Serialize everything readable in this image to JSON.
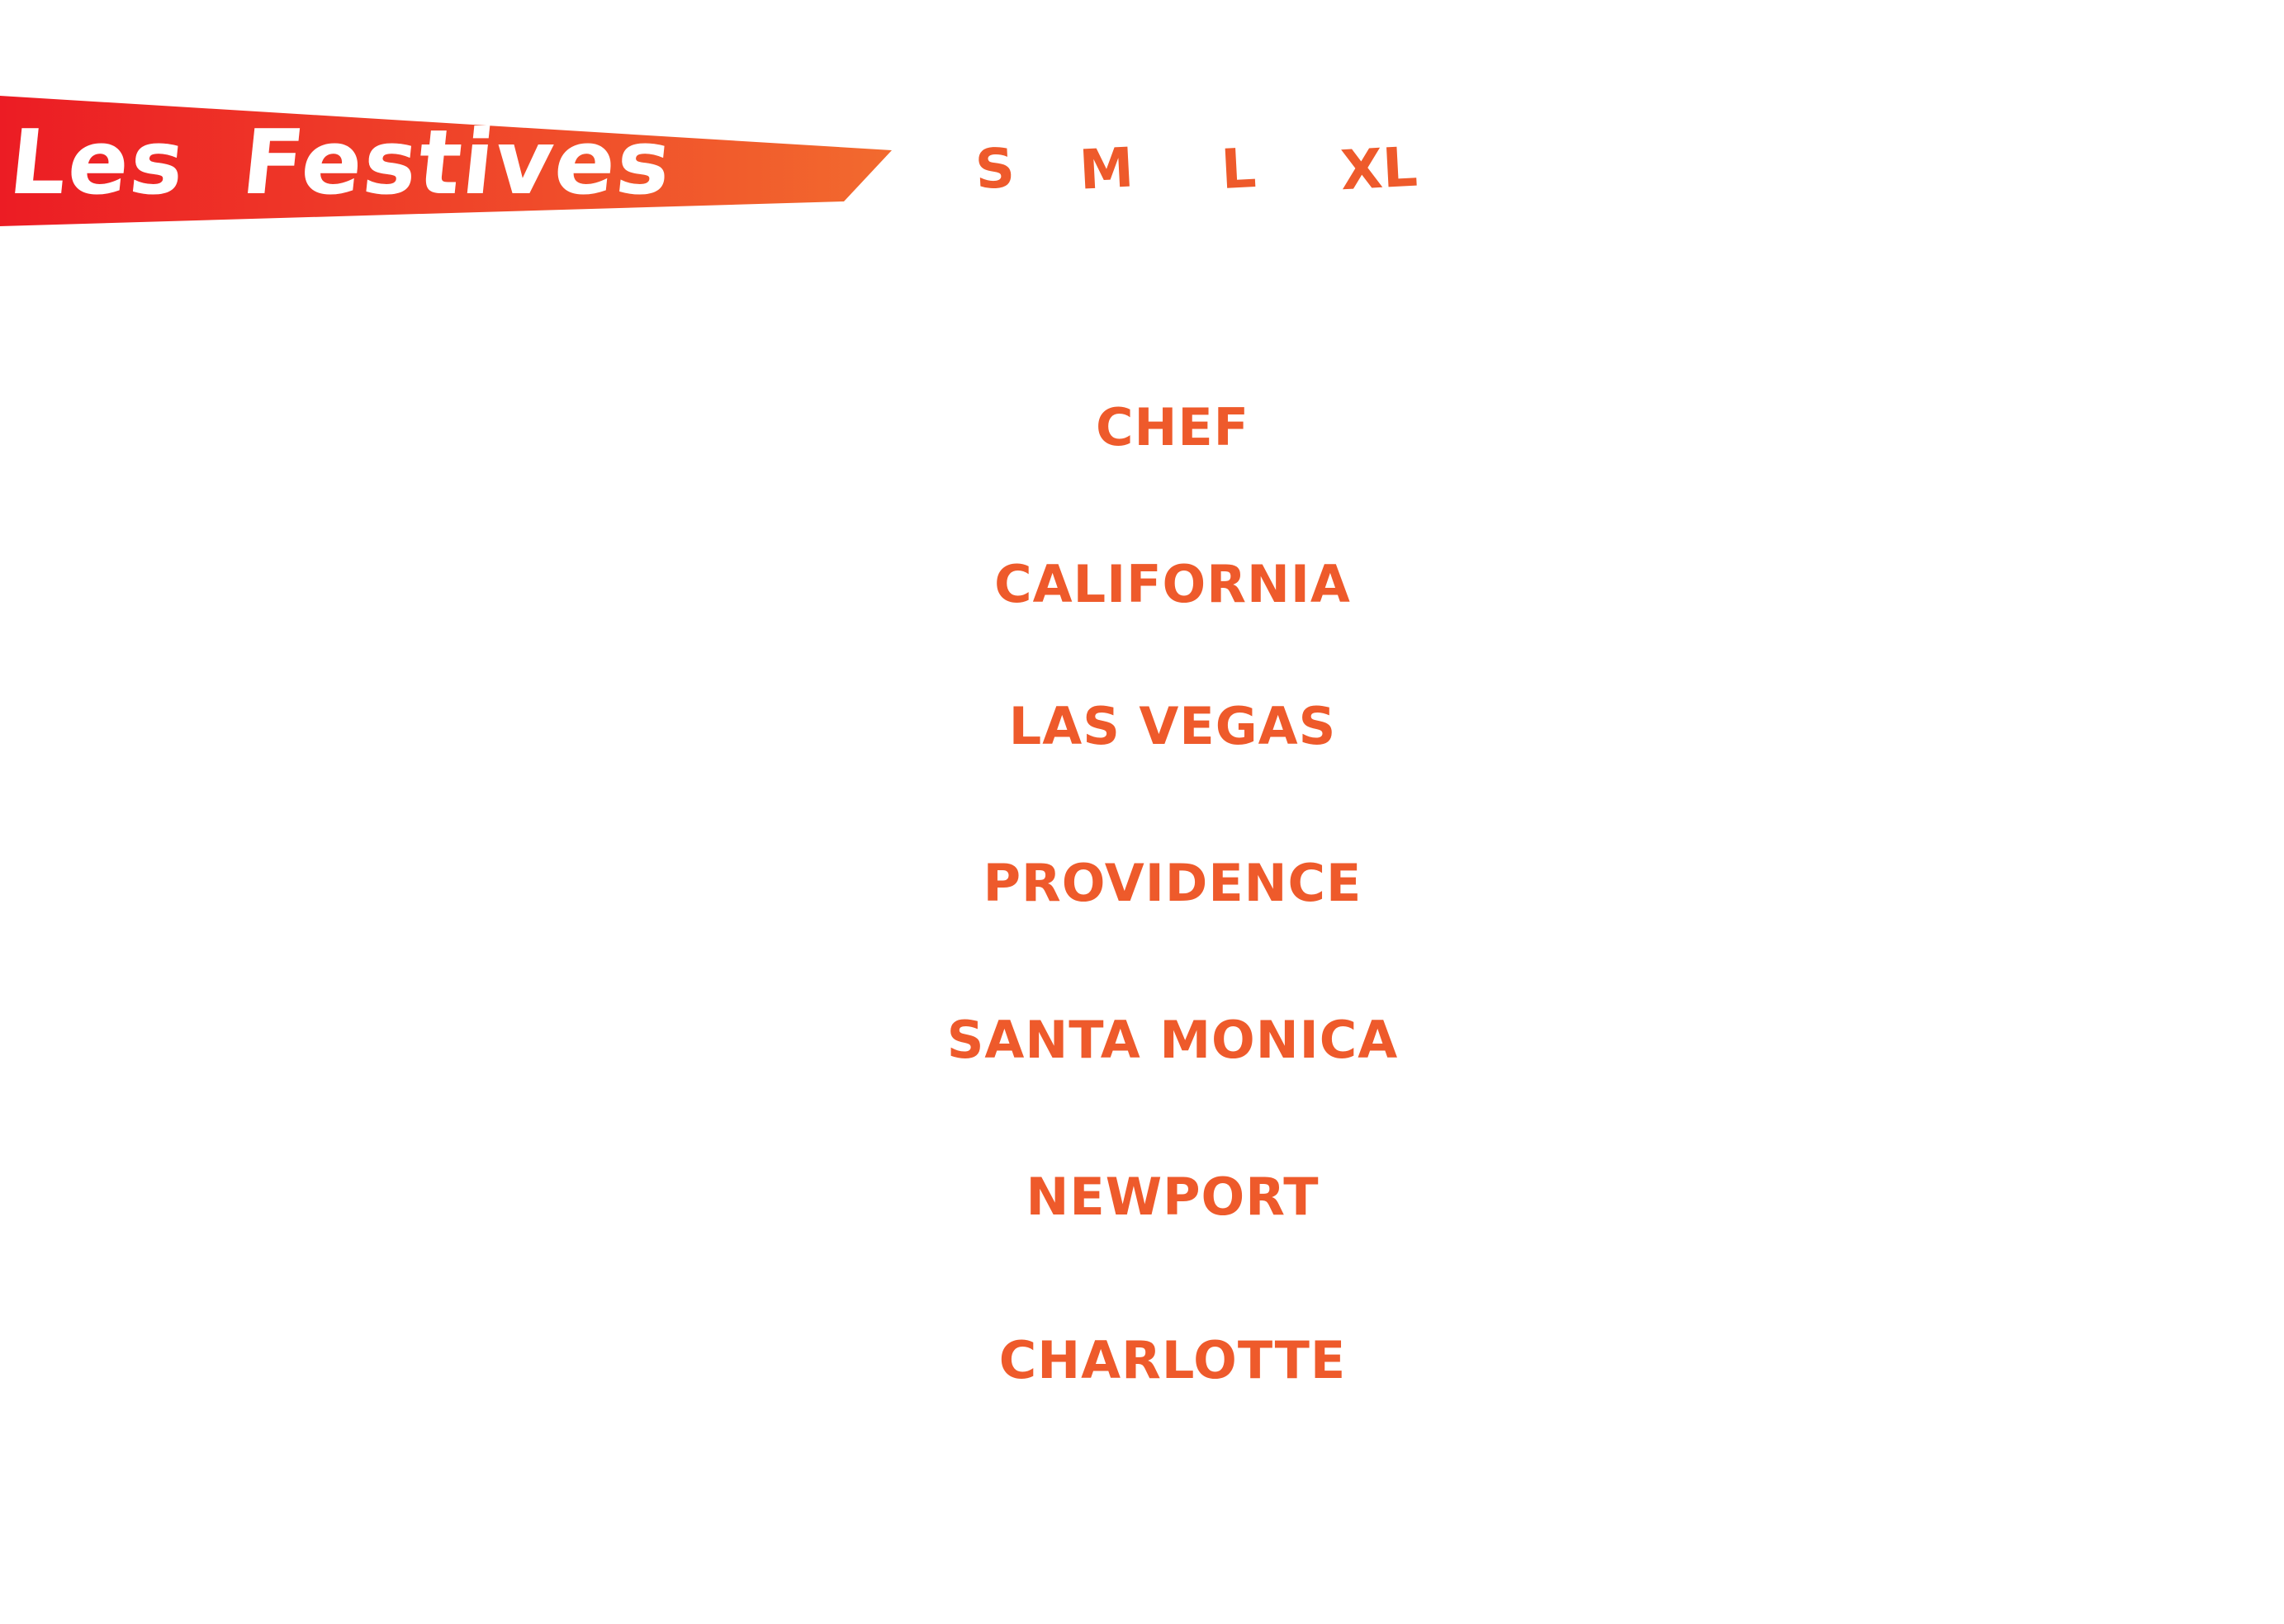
{
  "header": {
    "title": "Les Festives",
    "gradient_start": "#ec1c24",
    "gradient_end": "#f26a2e"
  },
  "sizes": [
    "S",
    "M",
    "L",
    "XL"
  ],
  "menu": {
    "items": [
      "CHEF",
      "CALIFORNIA",
      "LAS VEGAS",
      "PROVIDENCE",
      "SANTA MONICA",
      "NEWPORT",
      "CHARLOTTE"
    ],
    "text_color": "#ee5a2b"
  }
}
